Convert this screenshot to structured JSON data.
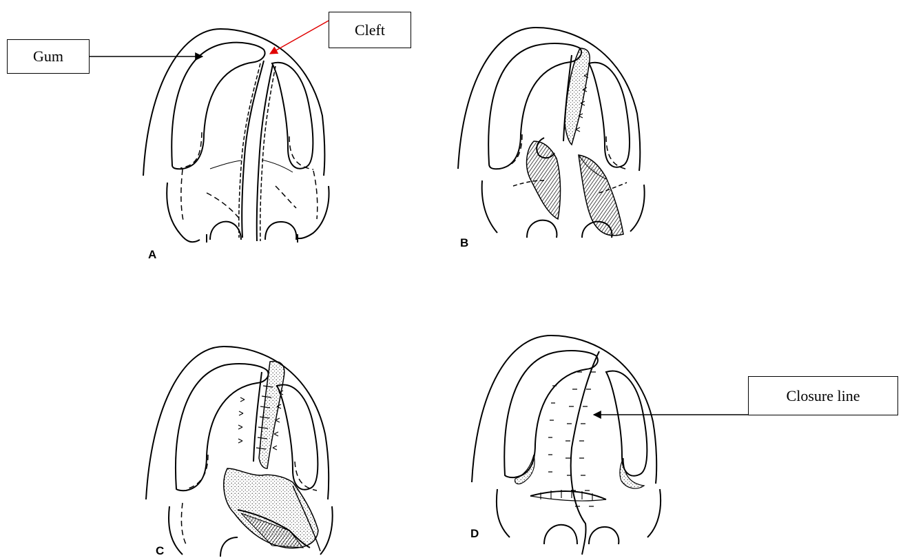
{
  "callouts": {
    "gum": "Gum",
    "cleft": "Cleft",
    "closure_line": "Closure line"
  },
  "panels": {
    "a": "A",
    "b": "B",
    "c": "C",
    "d": "D"
  },
  "colors": {
    "line": "#000000",
    "cleft_arrow": "#e00000",
    "background": "#ffffff"
  }
}
